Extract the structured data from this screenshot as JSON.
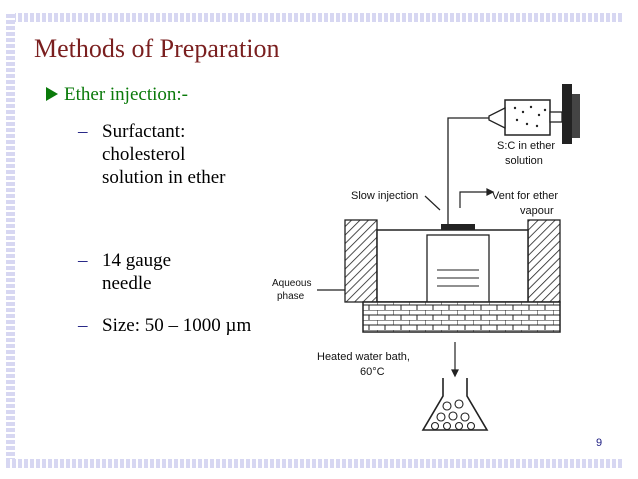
{
  "slide": {
    "title": "Methods of Preparation",
    "bullet": "Ether injection:-",
    "subpoints": [
      {
        "dash": "–",
        "text": "Surfactant: cholesterol solution in ether"
      },
      {
        "dash": "–",
        "text": "14 gauge needle"
      },
      {
        "dash": "–",
        "text": "Size: 50 – 1000 µm"
      }
    ],
    "page_number": "9"
  },
  "diagram": {
    "label_sc": "S:C in ether",
    "label_solution": "solution",
    "label_slow_injection": "Slow injection",
    "label_vent_1": "Vent for ether",
    "label_vent_2": "vapour",
    "label_aqueous_1": "Aqueous",
    "label_aqueous_2": "phase",
    "label_heated_1": "Heated water bath,",
    "label_heated_2": "60°C"
  },
  "colors": {
    "title": "#7a1f1f",
    "bullet": "#0a7a0a",
    "accent": "#1a1a80",
    "band": "#d7d7f2"
  }
}
